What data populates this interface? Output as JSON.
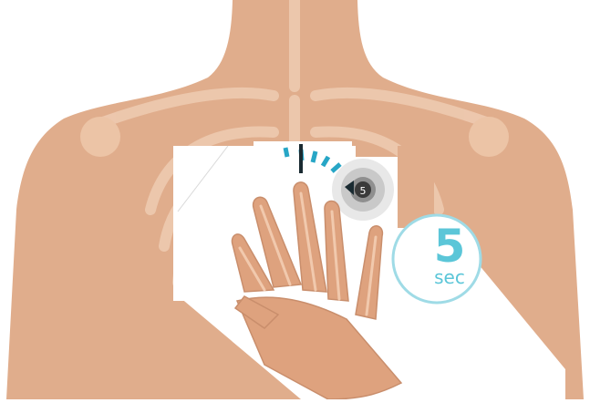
{
  "timer": {
    "value": "5",
    "unit": "sec",
    "mini_value": "5",
    "accent_color": "#5bc6d8"
  },
  "colors": {
    "skin": "#e0ad8c",
    "bone": "#eeccb2",
    "dark": "#1a2b32"
  },
  "icons": [
    "torso-illustration",
    "skeleton-illustration",
    "hand-illustration",
    "stopwatch-icon",
    "countdown-ring-icon"
  ]
}
